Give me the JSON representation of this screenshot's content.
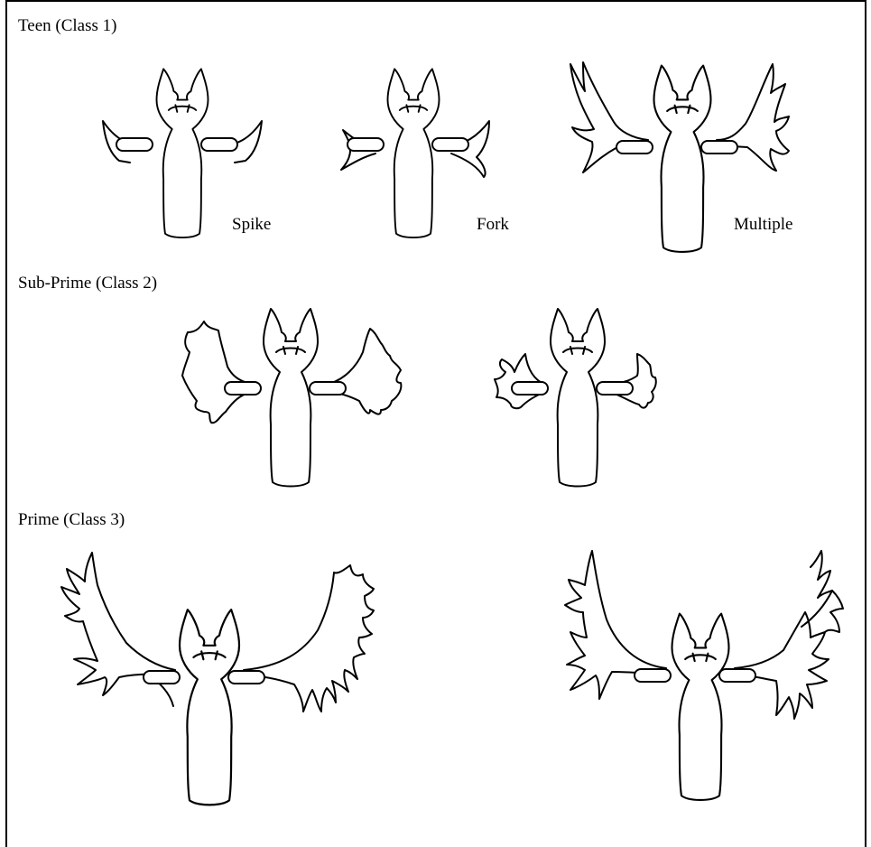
{
  "sections": [
    {
      "heading": "Teen (Class 1)",
      "figure_labels": [
        "Spike",
        "Fork",
        "Multiple"
      ]
    },
    {
      "heading": "Sub-Prime (Class 2)"
    },
    {
      "heading": "Prime (Class 3)"
    }
  ]
}
